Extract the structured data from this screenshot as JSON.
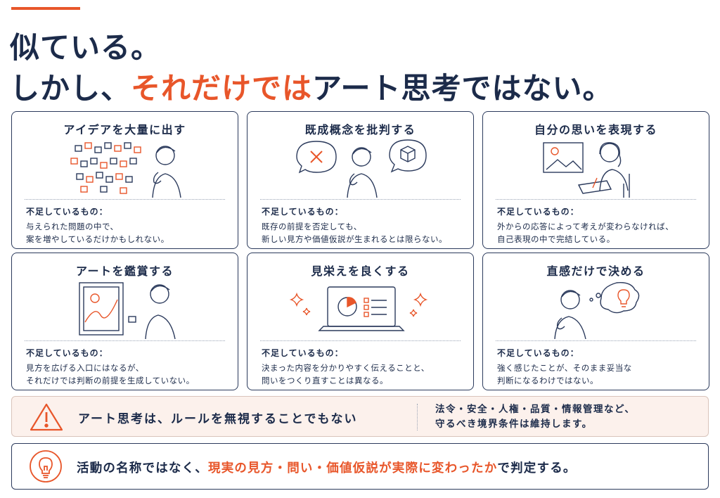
{
  "headline": {
    "line1": "似ている。",
    "line2_pre": "しかし、",
    "line2_highlight": "それだけでは",
    "line2_post": "アート思考ではない。"
  },
  "missing_label": "不足しているもの：",
  "cards": [
    {
      "title": "アイデアを大量に出す",
      "icon": "sticky-notes-thinking-person",
      "desc_line1": "与えられた問題の中で、",
      "desc_line2": "案を増やしているだけかもしれない。"
    },
    {
      "title": "既成概念を批判する",
      "icon": "cross-and-cube-thinking-person",
      "desc_line1": "既存の前提を否定しても、",
      "desc_line2": "新しい見方や価値仮説が生まれるとは限らない。"
    },
    {
      "title": "自分の思いを表現する",
      "icon": "picture-and-drawing-woman",
      "desc_line1": "外からの応答によって考えが変わらなければ、",
      "desc_line2": "自己表現の中で完結している。"
    },
    {
      "title": "アートを鑑賞する",
      "icon": "framed-art-viewer",
      "desc_line1": "見方を広げる入口にはなるが、",
      "desc_line2": "それだけでは判断の前提を生成していない。"
    },
    {
      "title": "見栄えを良くする",
      "icon": "laptop-with-sparkles",
      "desc_line1": "決まった内容を分かりやすく伝えることと、",
      "desc_line2": "問いをつくり直すことは異なる。"
    },
    {
      "title": "直感だけで決める",
      "icon": "person-with-lightbulb-thought",
      "desc_line1": "強く感じたことが、そのまま妥当な",
      "desc_line2": "判断になるわけではない。"
    }
  ],
  "warning": {
    "icon": "warning-triangle-icon",
    "title": "アート思考は、ルールを無視することでもない",
    "note_line1": "法令・安全・人権・品質・情報管理など、",
    "note_line2": "守るべき境界条件は維持します。"
  },
  "conclusion": {
    "icon": "lightbulb-icon",
    "pre": "活動の名称ではなく、",
    "highlight": "現実の見方・問い・価値仮説が実際に変わったか",
    "post": "で判定する。"
  },
  "colors": {
    "navy": "#1c2b4a",
    "orange": "#e8562a",
    "warning_bg": "#fcf1ec"
  }
}
